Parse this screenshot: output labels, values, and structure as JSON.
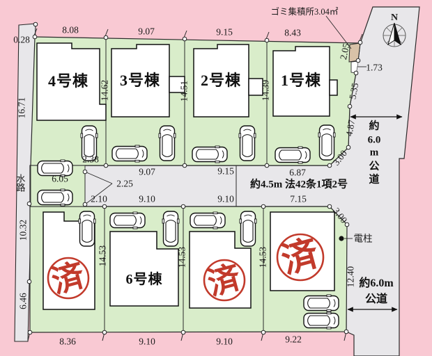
{
  "site_plan": {
    "north_label": "N",
    "garbage_area_label": "ゴミ集積所3.04㎡",
    "waterway_label": "水路",
    "utility_pole_label": "電柱",
    "center_road_note": "約4.5m 法42条1項2号",
    "road_right_vertical": {
      "chars": [
        "約",
        "6.0",
        "m",
        "公",
        "道"
      ]
    },
    "road_bottom": {
      "line1": "約6.0m",
      "line2": "公道"
    },
    "buildings": [
      {
        "label": "4号棟"
      },
      {
        "label": "3号棟"
      },
      {
        "label": "2号棟"
      },
      {
        "label": "1号棟"
      },
      {
        "label": "6号棟"
      }
    ],
    "sold_stamps": [
      {
        "label": "済"
      },
      {
        "label": "済"
      },
      {
        "label": "済"
      }
    ],
    "dimensions": {
      "top": [
        "0.28",
        "8.08",
        "9.07",
        "9.15",
        "8.43"
      ],
      "left": [
        "16.71",
        "10.32",
        "6.46"
      ],
      "lot_depths_top": [
        "14.62",
        "14.51",
        "14.39"
      ],
      "lot_depths_bottom": [
        "14.53",
        "14.53",
        "14.53"
      ],
      "middle_upper": [
        "2.38",
        "6.05",
        "2.25",
        "9.07",
        "9.15",
        "6.87"
      ],
      "middle_lower": [
        "2.10",
        "9.10",
        "9.10",
        "7.15"
      ],
      "right": [
        "2.05",
        "1.73",
        "5.35",
        "4.87",
        "3.00",
        "3.00",
        "12.40"
      ],
      "bottom": [
        "8.36",
        "9.10",
        "9.10",
        "9.22"
      ]
    }
  }
}
